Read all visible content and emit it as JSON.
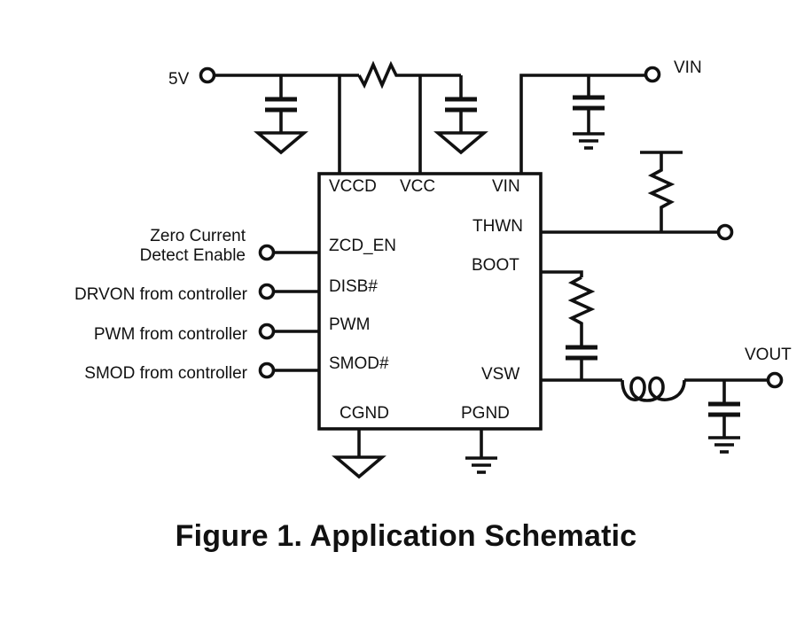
{
  "figure": {
    "caption": "Figure 1. Application Schematic"
  },
  "ports": {
    "v5": "5V",
    "vin": "VIN",
    "vout": "VOUT"
  },
  "inputs": {
    "zcd_line1": "Zero Current",
    "zcd_line2": "Detect Enable",
    "drvon": "DRVON from controller",
    "pwm": "PWM from controller",
    "smod": "SMOD from controller"
  },
  "ic_pins": {
    "vccd": "VCCD",
    "vcc": "VCC",
    "vin": "VIN",
    "thwn": "THWN",
    "boot": "BOOT",
    "zcd_en": "ZCD_EN",
    "disb": "DISB#",
    "pwm": "PWM",
    "smod": "SMOD#",
    "vsw": "VSW",
    "cgnd": "CGND",
    "pgnd": "PGND"
  }
}
